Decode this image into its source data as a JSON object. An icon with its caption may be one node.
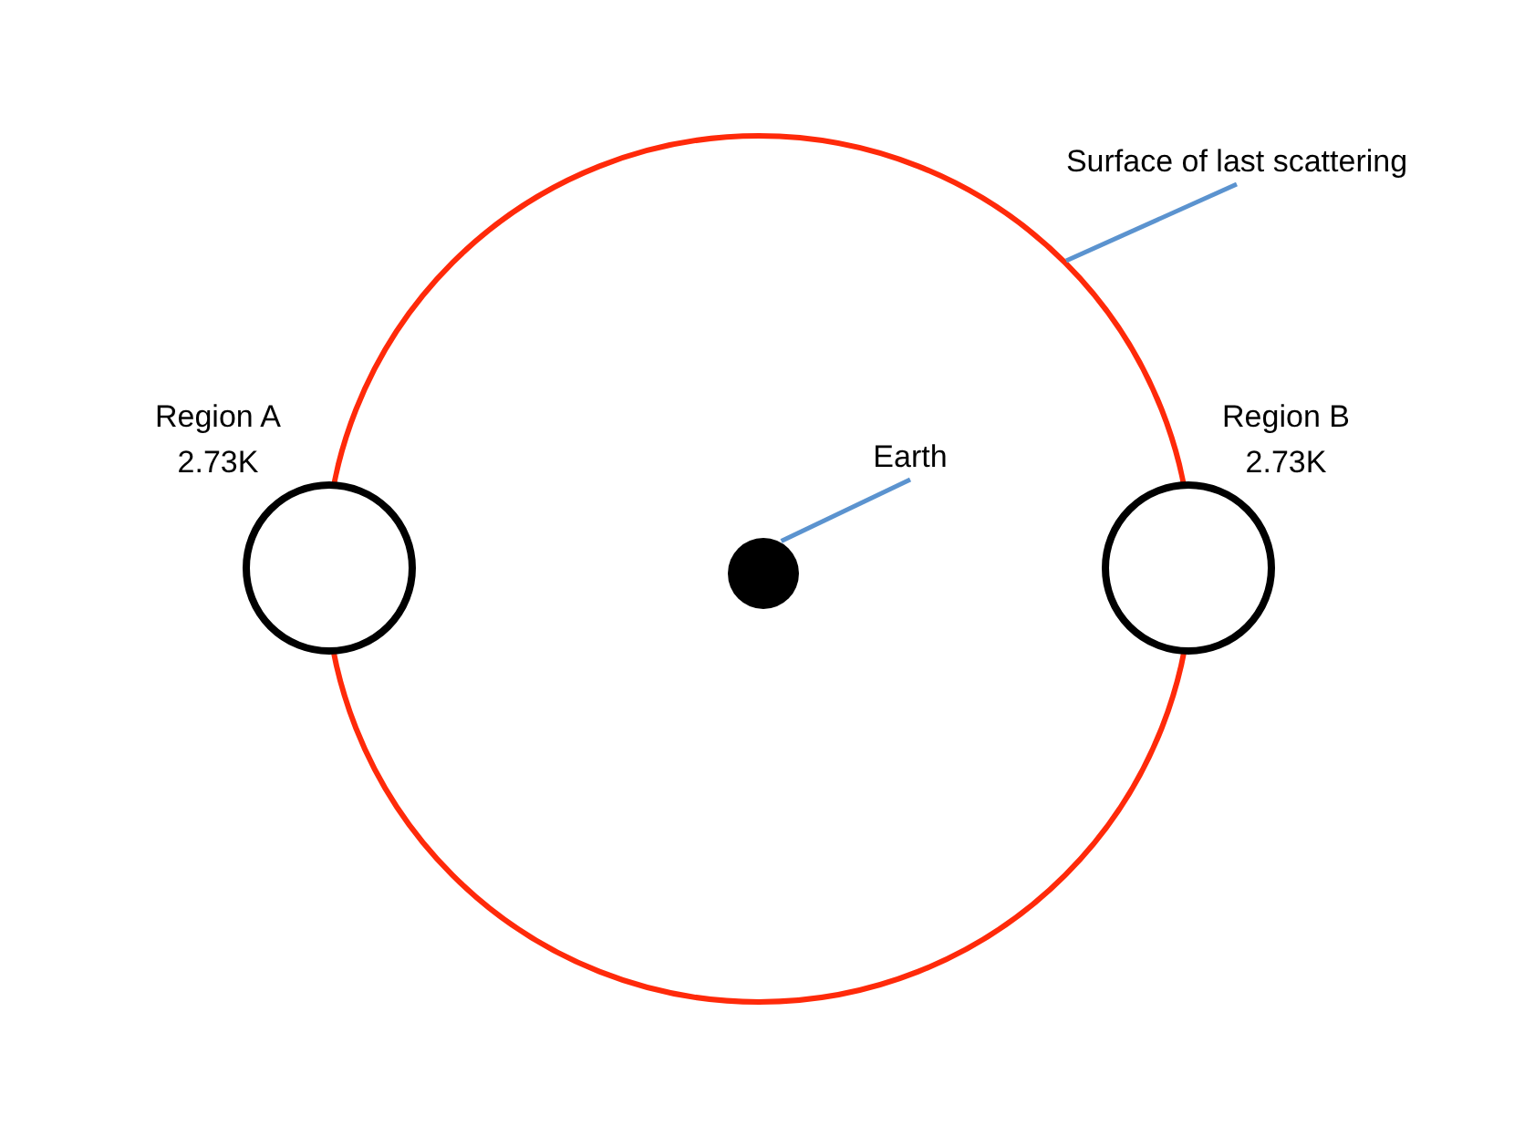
{
  "diagram": {
    "nodes": [
      {
        "text": [
          "Surface of last scattering"
        ]
      },
      {
        "text": [],
        "shape": "circle"
      },
      {
        "text": [
          "Region A",
          "2.73K"
        ]
      },
      {
        "text": [
          "Earth"
        ],
        "in": 1
      },
      {
        "text": [],
        "shape": "circle",
        "in": 1
      },
      {
        "text": [
          "Region B",
          "2.73K"
        ]
      }
    ],
    "edges": [
      {
        "from": 0,
        "to": 1,
        "arrow": "none"
      },
      {
        "from": 3,
        "to": 4,
        "arrow": "none"
      }
    ]
  }
}
